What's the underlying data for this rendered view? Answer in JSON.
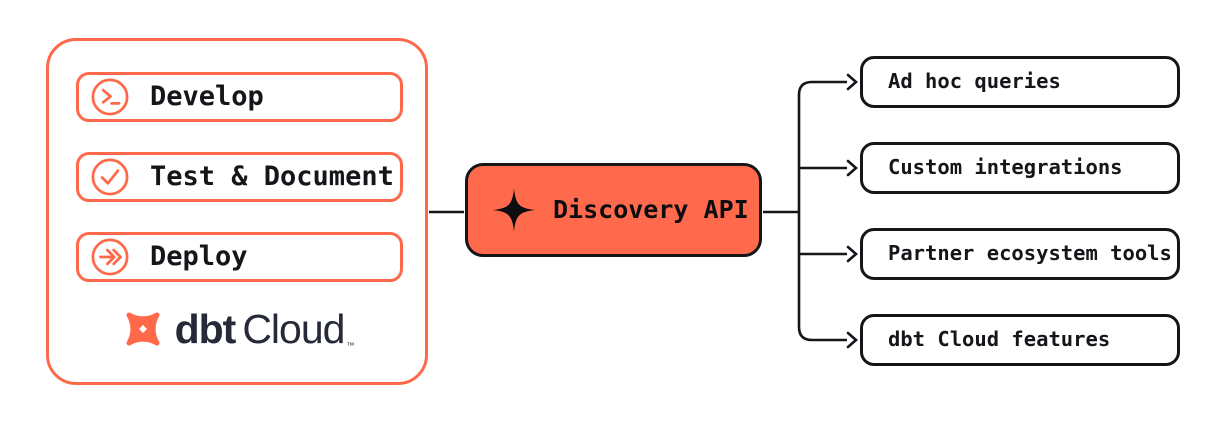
{
  "colors": {
    "accent_orange": "#FF694A",
    "hub_fill": "#FF6A4D",
    "line_black": "#15151A",
    "brand_navy": "#262A38",
    "background": "#FFFFFF"
  },
  "left_panel": {
    "stages": [
      {
        "label": "Develop",
        "icon": "terminal-prompt-icon"
      },
      {
        "label": "Test & Document",
        "icon": "check-circle-icon"
      },
      {
        "label": "Deploy",
        "icon": "double-arrow-icon"
      }
    ],
    "logo": {
      "brand_bold": "dbt",
      "brand_regular": "Cloud",
      "trademark": "™",
      "mark_icon": "dbt-pinwheel-icon"
    }
  },
  "hub": {
    "label": "Discovery API",
    "icon": "sparkle-icon"
  },
  "consumers": [
    {
      "label": "Ad hoc queries"
    },
    {
      "label": "Custom integrations"
    },
    {
      "label": "Partner ecosystem tools"
    },
    {
      "label": "dbt Cloud features"
    }
  ]
}
